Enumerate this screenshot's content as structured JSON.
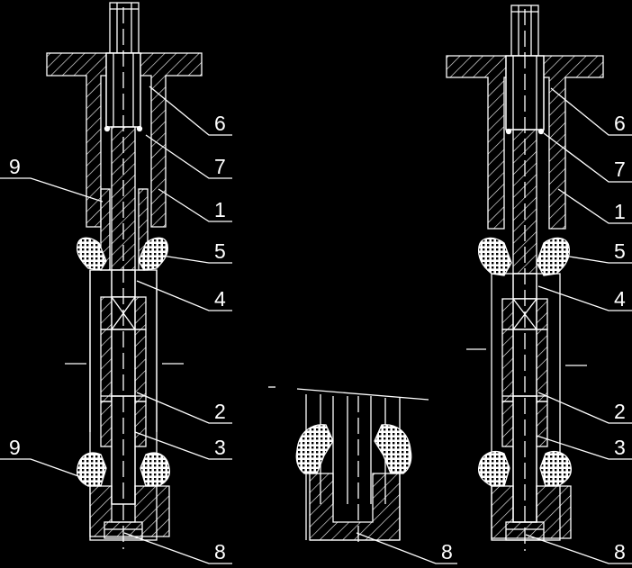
{
  "drawing": {
    "left_assembly": {
      "labels": [
        "6",
        "7",
        "1",
        "5",
        "4",
        "2",
        "3",
        "8",
        "9",
        "9"
      ]
    },
    "middle_detail": {
      "labels": [
        "8"
      ]
    },
    "right_assembly": {
      "labels": [
        "6",
        "7",
        "1",
        "5",
        "4",
        "2",
        "3",
        "8"
      ]
    }
  }
}
